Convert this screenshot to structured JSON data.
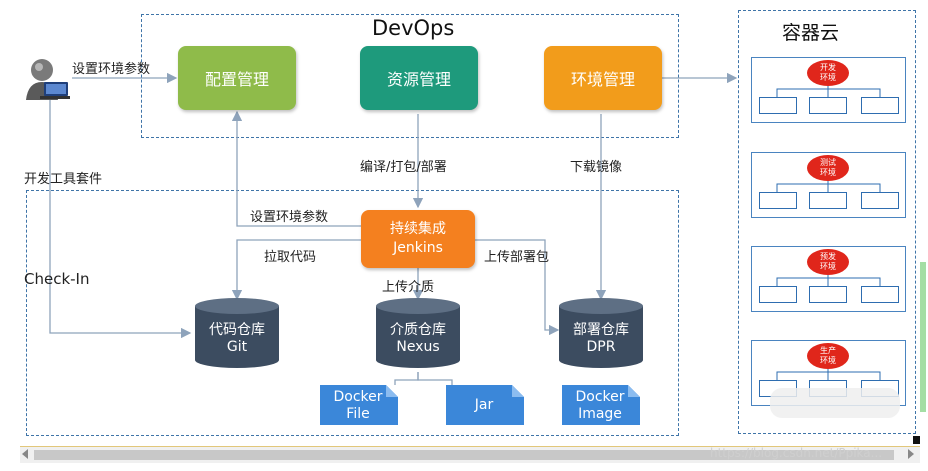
{
  "devops": {
    "title": "DevOps",
    "boxes": {
      "config": "配置管理",
      "resource": "资源管理",
      "env": "环境管理"
    },
    "colors": {
      "config": "#8fbb4a",
      "resource": "#1e9a7c",
      "env": "#f29c1b",
      "jenkins": "#f4801f",
      "cylinder": "#3c4c60",
      "file": "#3b87d9"
    }
  },
  "labels": {
    "set_params_top": "设置环境参数",
    "dev_tools": "开发工具套件",
    "compile": "编译/打包/部署",
    "download_image": "下载镜像",
    "set_params_ci": "设置环境参数",
    "pull_code": "拉取代码",
    "upload_package": "上传部署包",
    "upload_media": "上传介质",
    "checkin": "Check-In"
  },
  "jenkins": {
    "line1": "持续集成",
    "line2": "Jenkins"
  },
  "repos": [
    {
      "line1": "代码仓库",
      "line2": "Git"
    },
    {
      "line1": "介质仓库",
      "line2": "Nexus"
    },
    {
      "line1": "部署仓库",
      "line2": "DPR"
    }
  ],
  "files": [
    {
      "line1": "Docker",
      "line2": "File"
    },
    {
      "line1": "Jar",
      "line2": ""
    },
    {
      "line1": "Docker",
      "line2": "Image"
    }
  ],
  "cloud": {
    "title": "容器云",
    "envs": [
      {
        "line1": "开发",
        "line2": "环境"
      },
      {
        "line1": "测试",
        "line2": "环境"
      },
      {
        "line1": "预发",
        "line2": "环境"
      },
      {
        "line1": "生产",
        "line2": "环境"
      }
    ]
  },
  "watermark": "https://blog.csdn.net/Ppika..."
}
